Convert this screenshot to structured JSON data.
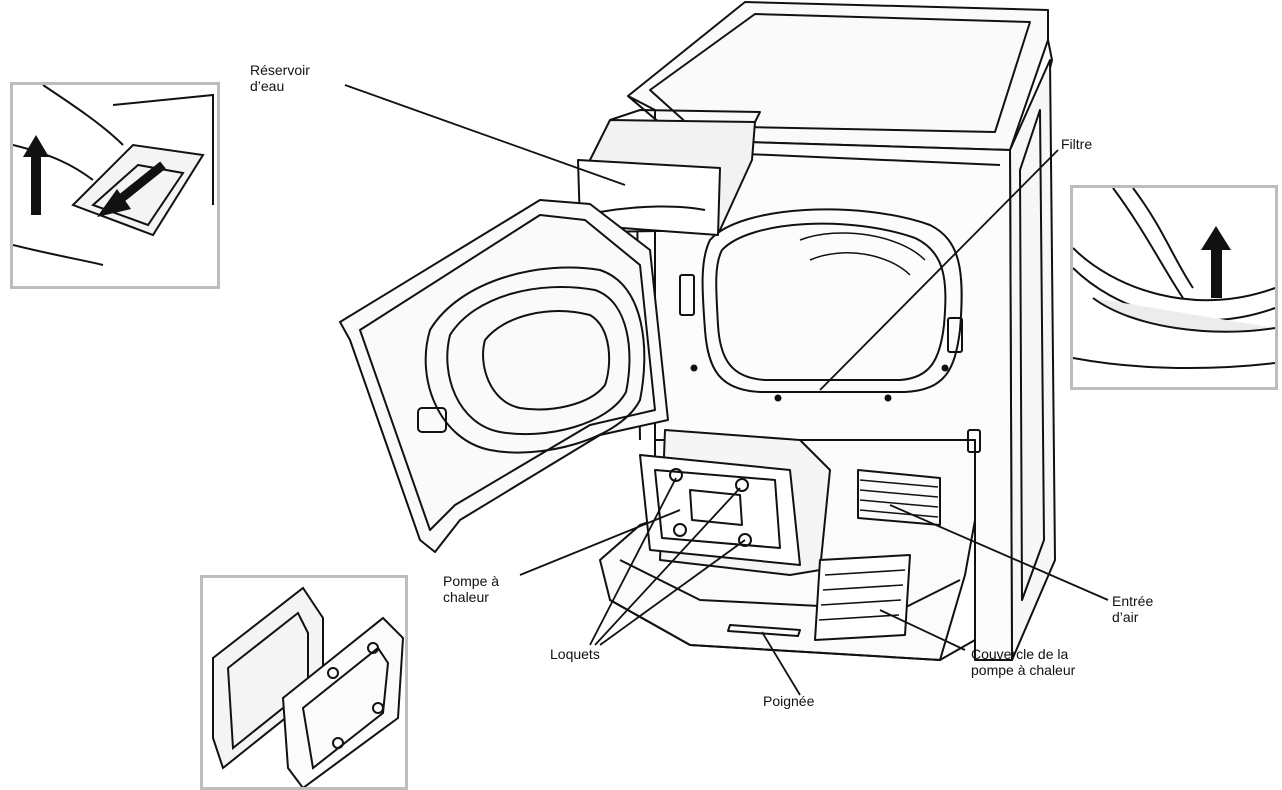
{
  "labels": {
    "water_tank": [
      "Réservoir",
      "d’eau"
    ],
    "filter": [
      "Filtre"
    ],
    "heat_pump": [
      "Pompe à",
      "chaleur"
    ],
    "latches": [
      "Loquets"
    ],
    "air_inlet": [
      "Entrée",
      "d’air"
    ],
    "heat_pump_cover": [
      "Couvercle de la",
      "pompe à chaleur"
    ],
    "handle": [
      "Poignée"
    ]
  },
  "colors": {
    "line": "#111111",
    "inset_border": "#bdbdbd",
    "fill_light": "#f4f4f4"
  },
  "icons": {
    "pull_arrow_up": "arrow-up-icon",
    "pull_arrow_down": "arrow-down-left-icon",
    "lift_arrow": "arrow-up-icon"
  }
}
